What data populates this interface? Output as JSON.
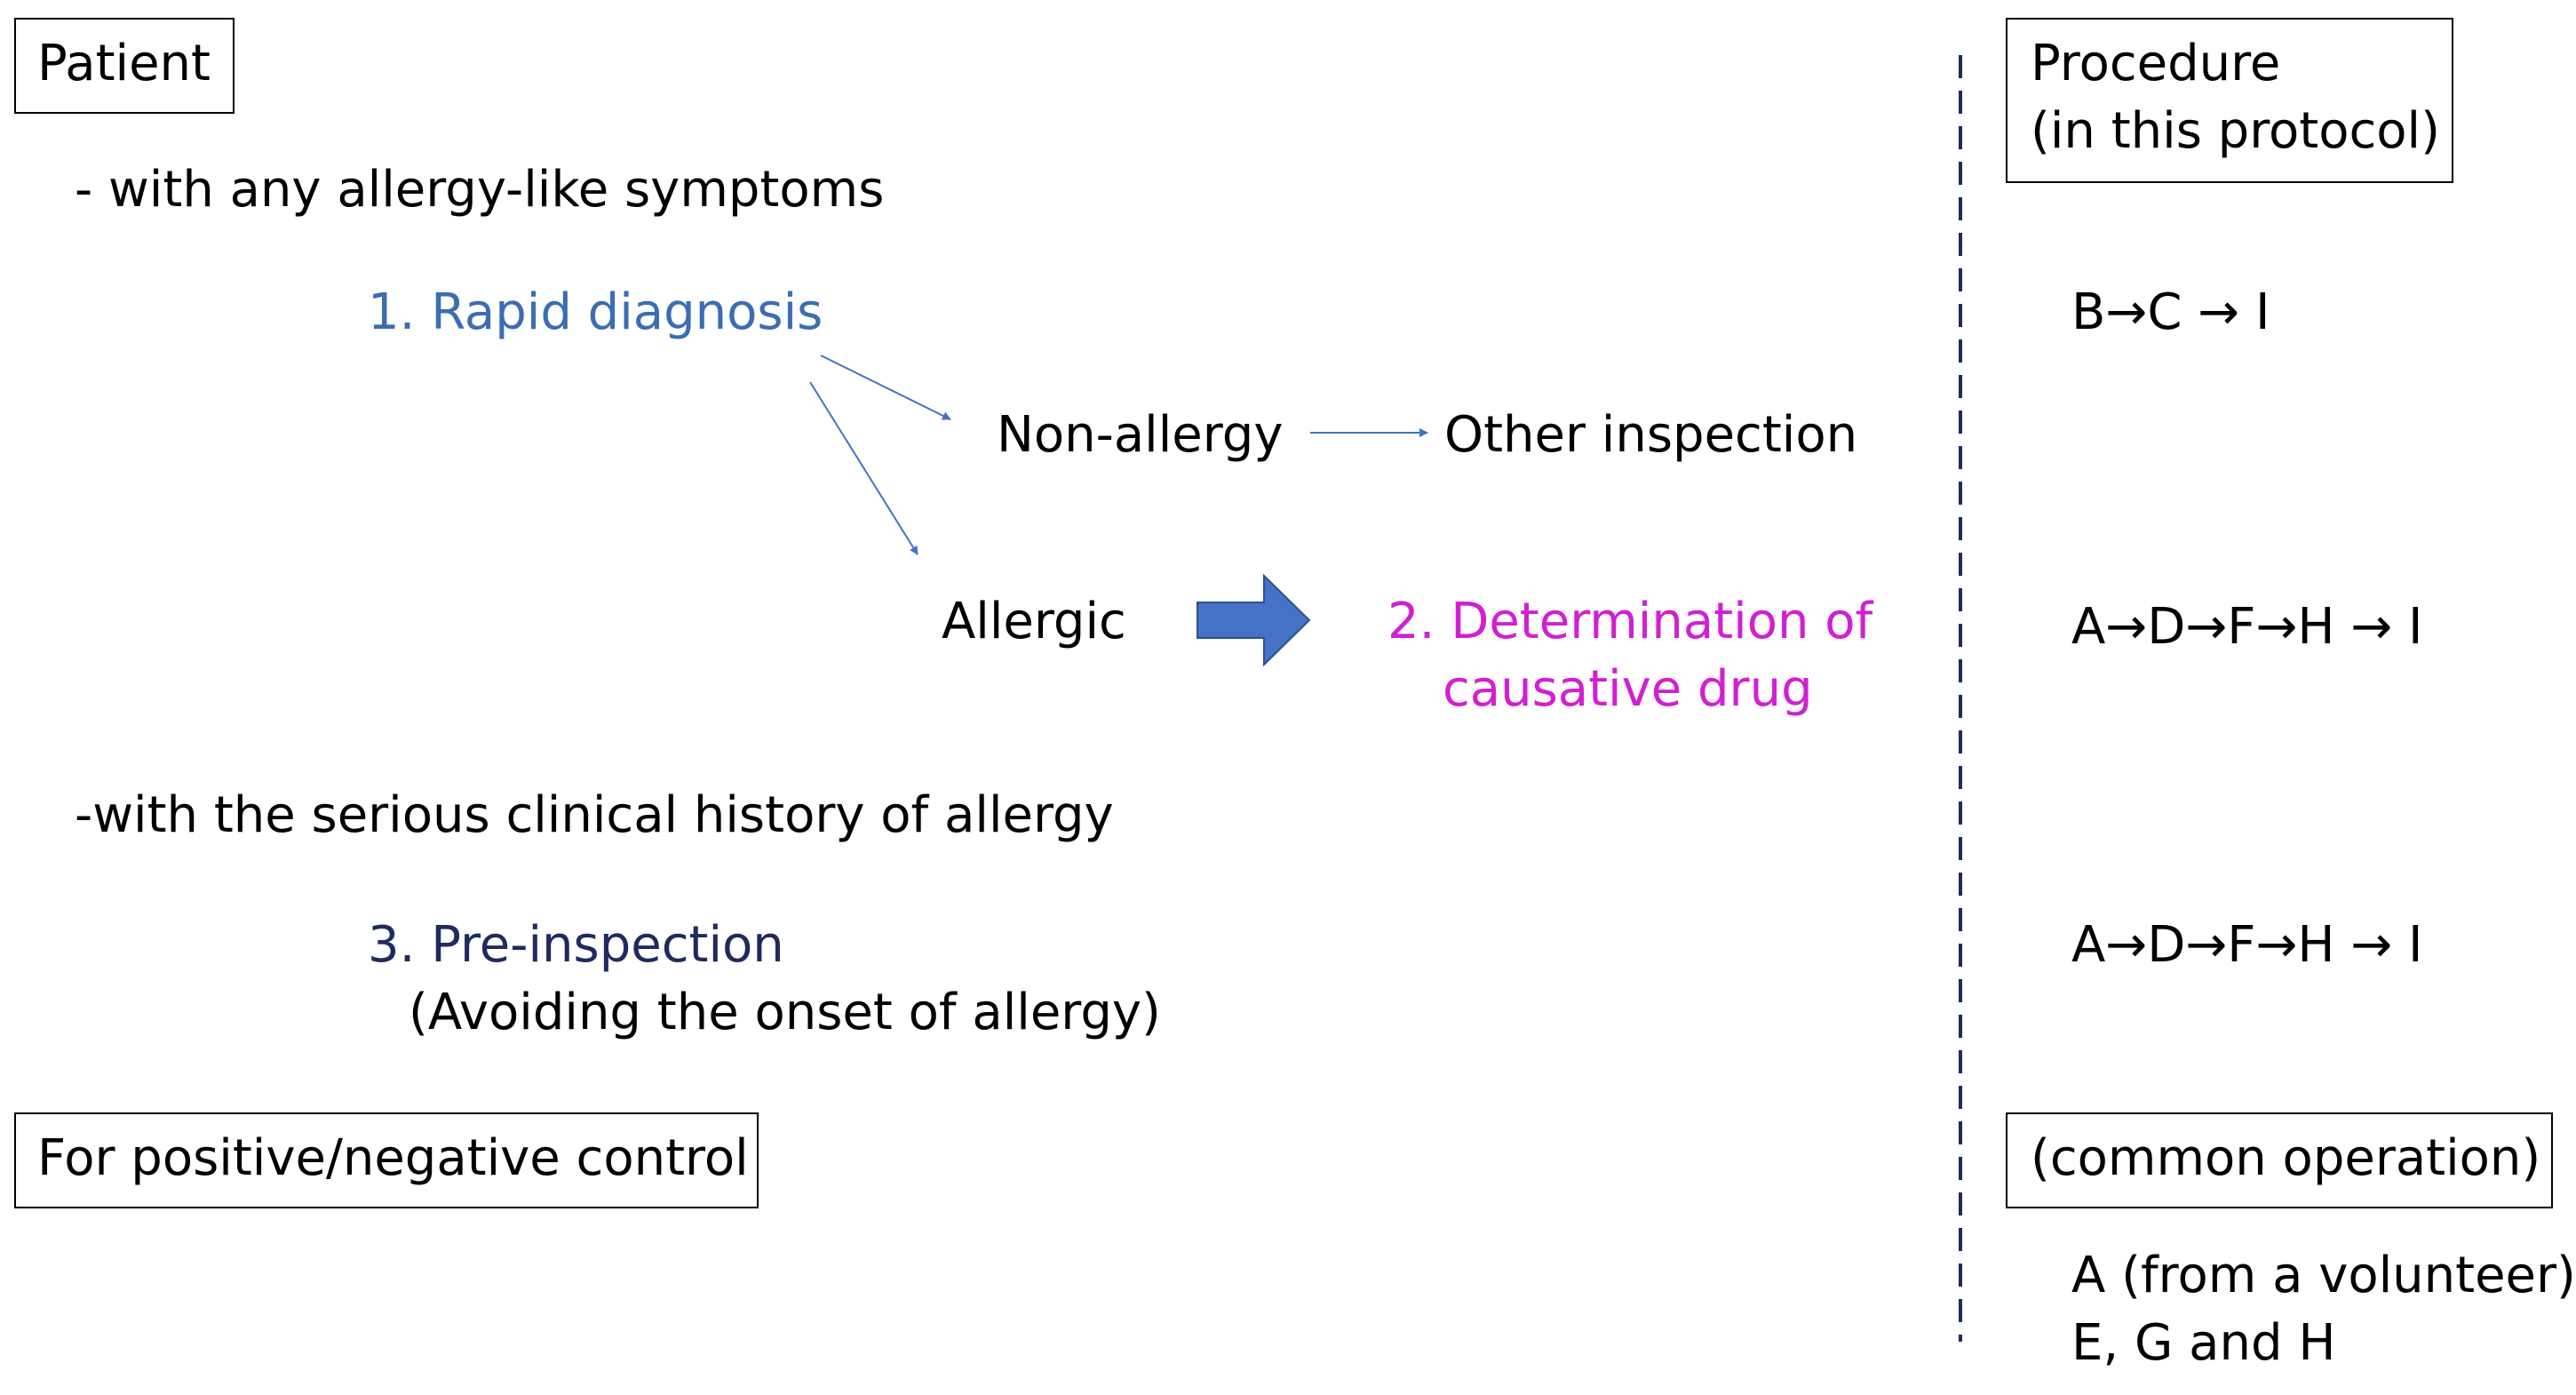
{
  "left": {
    "patient_box": "Patient",
    "symptoms_line": "- with any allergy-like symptoms",
    "step1": "1. Rapid diagnosis",
    "non_allergy": "Non-allergy",
    "other_inspection": "Other inspection",
    "allergic": "Allergic",
    "step2_line1": "2. Determination of",
    "step2_line2": "causative drug",
    "history_line": "-with the serious clinical history of allergy",
    "step3": "3. Pre-inspection",
    "step3_note": "(Avoiding the onset of allergy)",
    "control_box": "For positive/negative control"
  },
  "right": {
    "procedure_box_line1": "Procedure",
    "procedure_box_line2": "(in this protocol)",
    "seq1": "B→C → I",
    "seq2": "A→D→F→H → I",
    "seq3": "A→D→F→H → I",
    "common_box": "(common operation)",
    "common_line1": "A (from a volunteer),",
    "common_line2": "E, G and H"
  },
  "colors": {
    "step1": "#3b6db3",
    "step2": "#d21fd2",
    "step3": "#1f2a5e",
    "arrow": "#4472c4",
    "arrow_border": "#2f4f8f",
    "divider": "#1f2a5e"
  }
}
